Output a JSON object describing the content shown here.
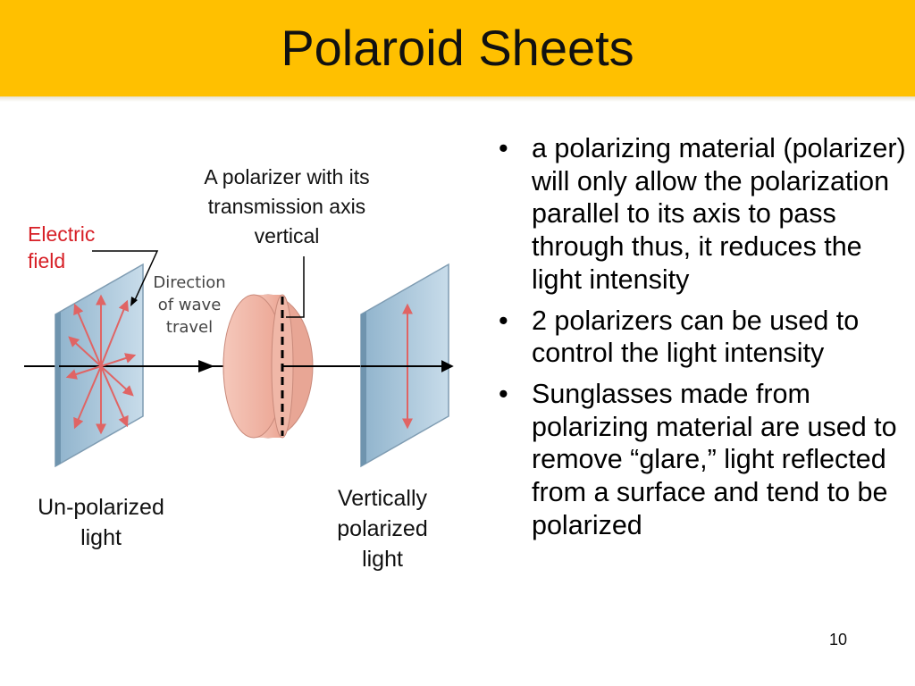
{
  "slide": {
    "title": "Polaroid Sheets",
    "page_number": "10",
    "accent_color": "#FFC000"
  },
  "figure": {
    "label_polarizer": "A polarizer with its transmission axis vertical",
    "label_electric_field": "Electric field",
    "label_direction": "Direction of wave travel",
    "label_unpolarized": "Un-polarized light",
    "label_vertically_polarized": "Vertically polarized light",
    "arrow_color": "#e06464",
    "sheet_color": "#a9c7dc",
    "disk_color": "#f2b5a6"
  },
  "bullets": [
    "a polarizing material (polarizer) will only allow the polarization parallel to its axis to pass through thus, it reduces the light intensity",
    "2 polarizers can be used to control the light intensity",
    "Sunglasses made from polarizing material are used to remove “glare,” light reflected from a surface and tend to be polarized"
  ],
  "bullet_glyph": "•"
}
